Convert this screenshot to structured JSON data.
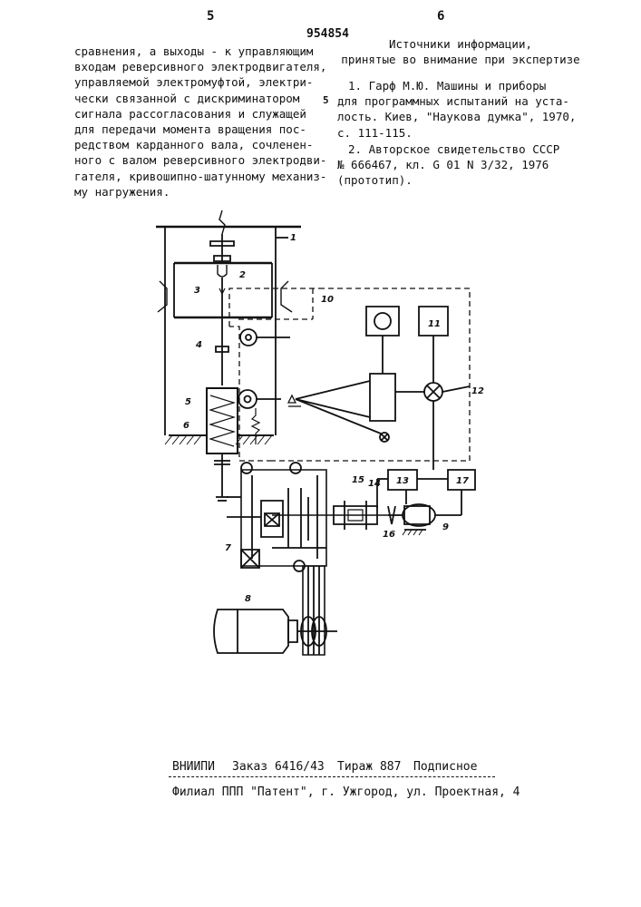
{
  "header": {
    "page_left": "5",
    "patent_number": "954854",
    "page_right": "6"
  },
  "left_column": {
    "lines": [
      "сравнения, а выходы - к управляющим",
      "входам реверсивного электродвигателя,",
      "управляемой электромуфтой, электри-",
      "чески связанной с дискриминатором",
      "сигнала рассогласования и служащей",
      "для передачи момента вращения пос-",
      "редством карданного вала, сочленен-",
      "ного с валом реверсивного электродви-",
      "гателя, кривошипно-шатунному механиз-",
      "му нагружения."
    ]
  },
  "right_column": {
    "title_lines": [
      "Источники информации,",
      "принятые во внимание при экспертизе"
    ],
    "margin_number": "5",
    "ref1_lines": [
      "1. Гарф М.Ю. Машины и приборы",
      "для программных испытаний на уста-",
      "лость. Киев, \"Наукова думка\", 1970,",
      "с. 111-115."
    ],
    "ref2_lines": [
      "2. Авторское свидетельство СССР",
      "№ 666467, кл. G 01 N 3/32, 1976",
      "(прототип)."
    ]
  },
  "figure": {
    "labels": {
      "l1": "1",
      "l2": "2",
      "l3": "3",
      "l4": "4",
      "l5": "5",
      "l6": "6",
      "l7": "7",
      "l8": "8",
      "l9": "9",
      "l10": "10",
      "l11": "11",
      "l12": "12",
      "l13": "13",
      "l14": "14",
      "l15": "15",
      "l16": "16",
      "l17": "17"
    }
  },
  "footer": {
    "org": "ВНИИПИ",
    "order": "Заказ 6416/43",
    "circulation": "Тираж 887",
    "subscription": "Подписное",
    "branch": "Филиал ППП \"Патент\", г. Ужгород, ул. Проектная, 4"
  }
}
